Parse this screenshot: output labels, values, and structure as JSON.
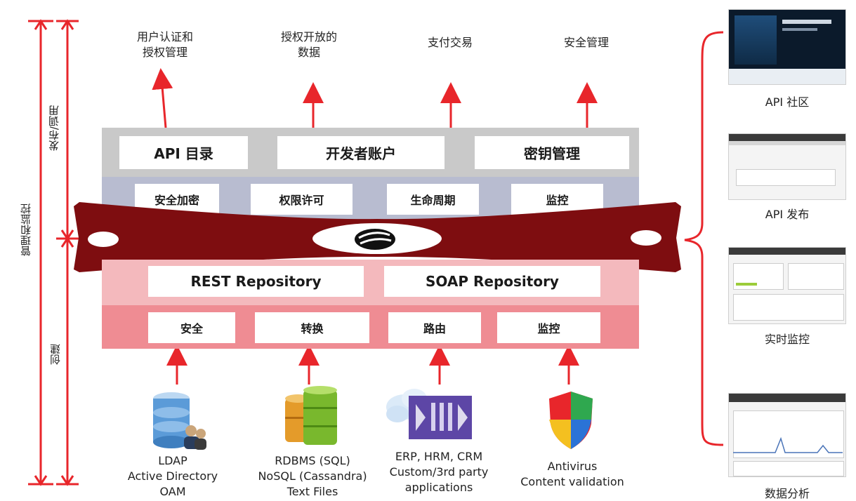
{
  "left_axis": {
    "outer_label": "管理和监控",
    "upper_label": "发布/调用",
    "lower_label": "创建"
  },
  "top_outputs": [
    {
      "line1": "用户认证和",
      "line2": "授权管理"
    },
    {
      "line1": "授权开放的",
      "line2": "数据"
    },
    {
      "line1": "支付交易",
      "line2": ""
    },
    {
      "line1": "安全管理",
      "line2": ""
    }
  ],
  "portal_row": [
    "API 目录",
    "开发者账户",
    "密钥管理"
  ],
  "policy_row": [
    "安全加密",
    "权限许可",
    "生命周期",
    "监控"
  ],
  "repository_row": [
    "REST Repository",
    "SOAP Repository"
  ],
  "gateway_row": [
    "安全",
    "转换",
    "路由",
    "监控"
  ],
  "sources": [
    {
      "icon": "ldap-database-icon",
      "lines": [
        "LDAP",
        "Active Directory",
        "OAM"
      ]
    },
    {
      "icon": "rdbms-database-icon",
      "lines": [
        "RDBMS (SQL)",
        "NoSQL (Cassandra)",
        "Text Files"
      ]
    },
    {
      "icon": "erp-cloud-icon",
      "lines": [
        "ERP, HRM, CRM",
        "Custom/3rd party",
        "applications"
      ]
    },
    {
      "icon": "antivirus-shield-icon",
      "lines": [
        "Antivirus",
        "Content validation"
      ]
    }
  ],
  "right_panel": [
    "API 社区",
    "API 发布",
    "实时监控",
    "数据分析"
  ],
  "colors": {
    "accent_red": "#e8262b",
    "gateway_bar": "#7e0d10",
    "portal_grey": "#c9c9c9",
    "policy_lavender": "#b8bcd0",
    "repo_pink": "#f4b9bd",
    "gateway_pink": "#ef8c93"
  }
}
